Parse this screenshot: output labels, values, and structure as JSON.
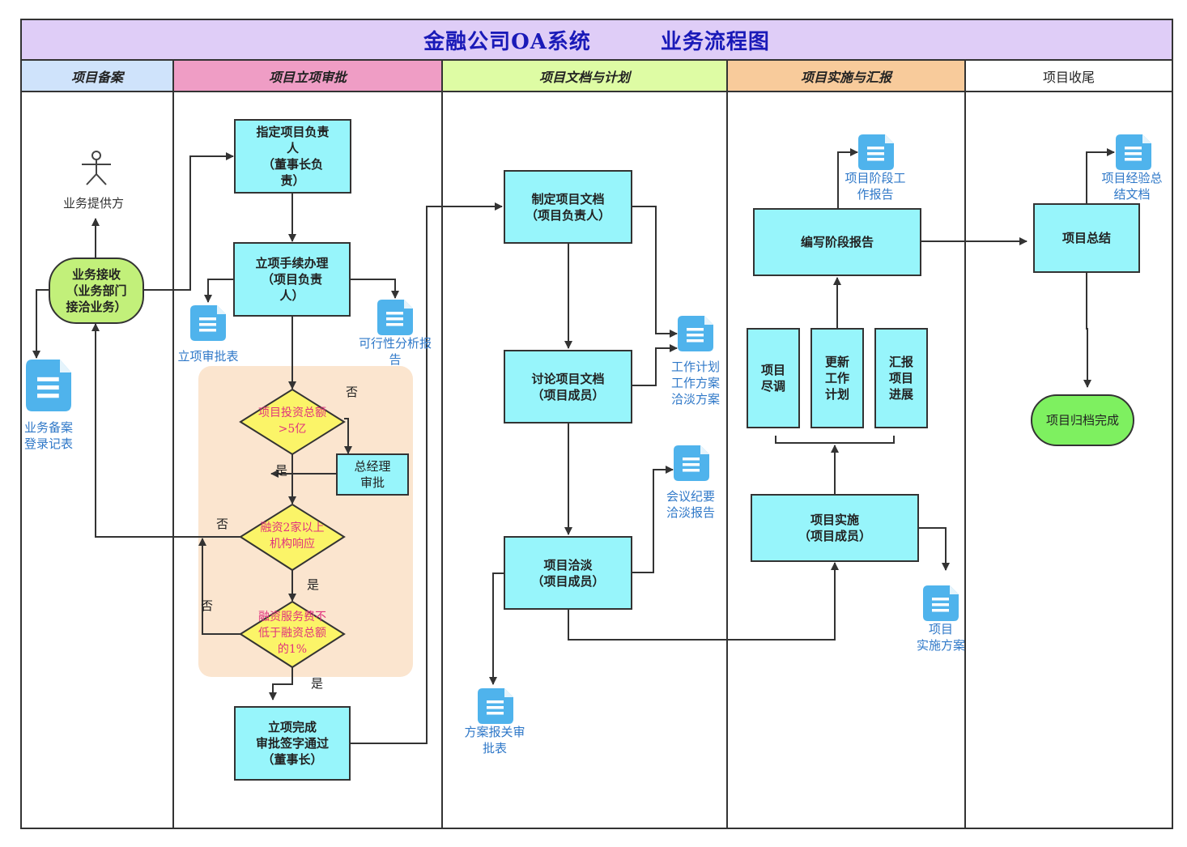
{
  "title": {
    "part1": "金融公司OA系统",
    "part2": "业务流程图",
    "bg_color": "#dfcdf7",
    "text_color": "#1a1ab8"
  },
  "lanes": [
    {
      "label": "项目备案",
      "color": "#cfe3fb"
    },
    {
      "label": "项目立项审批",
      "color": "#ef9dc5"
    },
    {
      "label": "项目文档与计划",
      "color": "#defca4"
    },
    {
      "label": "项目实施与汇报",
      "color": "#f8cb9b"
    },
    {
      "label": "项目收尾",
      "color": "#ffffff"
    }
  ],
  "colors": {
    "process": "#97f5fb",
    "start_terminal": "#c2f07a",
    "end_terminal": "#7ef060",
    "decision": "#fbf468",
    "decision_text": "#e0337e",
    "document": "#4fb3ec",
    "doc_label": "#2f78c8",
    "approval_pane": "#fbe5cf"
  },
  "actor": {
    "label": "业务提供方",
    "icon": "person-icon"
  },
  "nodes": {
    "receive": "业务接收\n（业务部门\n接洽业务）",
    "assign_lead": "指定项目负责\n人\n（董事长负\n责）",
    "procedures": "立项手续办理\n（项目负责\n人）",
    "gm_approval": "总经理\n审批",
    "approved": "立项完成\n审批签字通过\n（董事长）",
    "make_docs": "制定项目文档\n（项目负责人）",
    "discuss_docs": "讨论项目文档\n（项目成员）",
    "negotiate": "项目洽淡\n（项目成员）",
    "implement": "项目实施\n（项目成员）",
    "due_diligence": "项目\n尽调",
    "update_plan": "更新\n工作\n计划",
    "report_progress": "汇报\n项目\n进展",
    "stage_report": "编写阶段报告",
    "summary": "项目总结",
    "archive_done": "项目归档完成"
  },
  "decisions": {
    "d1": "项目投资总额\n>5亿",
    "d2": "融资2家以上\n机构响应",
    "d3": "融资服务费不\n低于融资总额\n的1%"
  },
  "branch_labels": {
    "d1_no": "否",
    "d1_yes": "是",
    "d2_no": "否",
    "d2_yes": "是",
    "d3_no": "否",
    "d3_yes": "是"
  },
  "documents": {
    "record_form": "业务备案\n登录记表",
    "approval_form": "立项审批表",
    "feasibility": "可行性分析报\n告",
    "work_plan": "工作计划\n工作方案\n洽淡方案",
    "minutes": "会议纪要\n洽淡报告",
    "plan_approval": "方案报关审\n批表",
    "stage_doc": "项目阶段工\n作报告",
    "impl_plan": "项目\n实施方案",
    "experience": "项目经验总\n结文档"
  }
}
